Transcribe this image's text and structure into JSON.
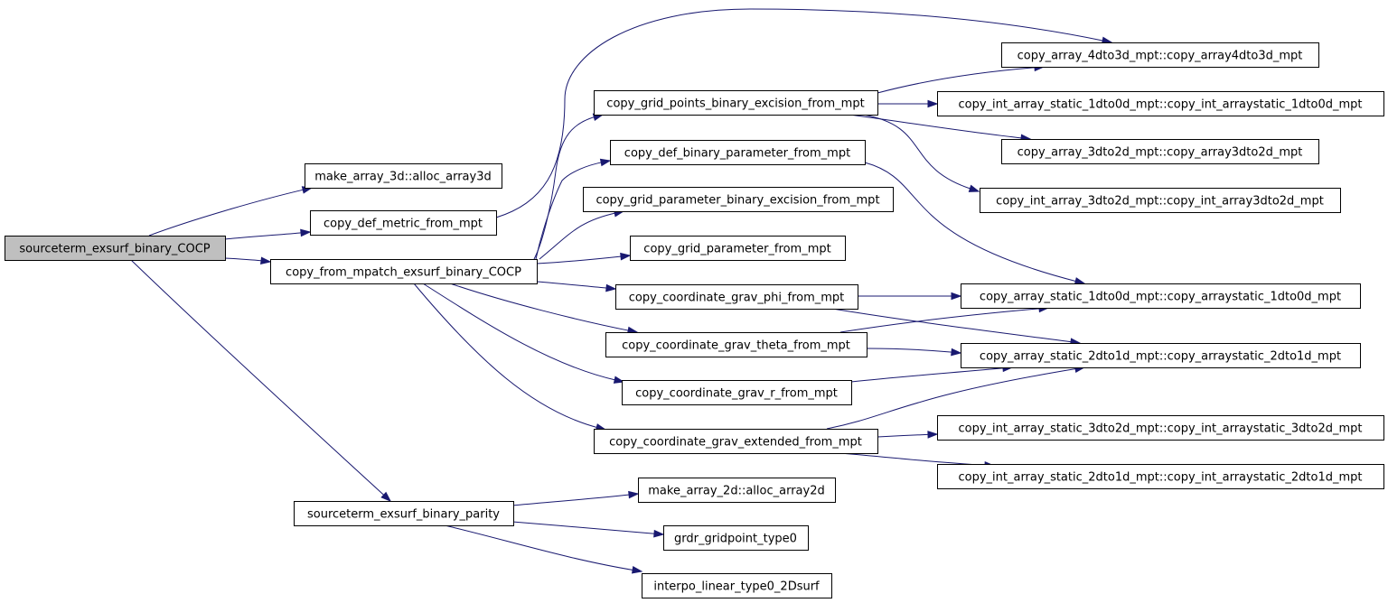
{
  "graph": {
    "nodes": [
      {
        "id": "n0",
        "label": "sourceterm_exsurf_binary_COCP",
        "root": true
      },
      {
        "id": "n1",
        "label": "make_array_3d::alloc_array3d"
      },
      {
        "id": "n2",
        "label": "copy_def_metric_from_mpt"
      },
      {
        "id": "n3",
        "label": "copy_from_mpatch_exsurf_binary_COCP"
      },
      {
        "id": "n4",
        "label": "sourceterm_exsurf_binary_parity"
      },
      {
        "id": "n5",
        "label": "copy_grid_points_binary_excision_from_mpt"
      },
      {
        "id": "n6",
        "label": "copy_def_binary_parameter_from_mpt"
      },
      {
        "id": "n7",
        "label": "copy_grid_parameter_binary_excision_from_mpt"
      },
      {
        "id": "n8",
        "label": "copy_grid_parameter_from_mpt"
      },
      {
        "id": "n9",
        "label": "copy_coordinate_grav_phi_from_mpt"
      },
      {
        "id": "n10",
        "label": "copy_coordinate_grav_theta_from_mpt"
      },
      {
        "id": "n11",
        "label": "copy_coordinate_grav_r_from_mpt"
      },
      {
        "id": "n12",
        "label": "copy_coordinate_grav_extended_from_mpt"
      },
      {
        "id": "n13",
        "label": "copy_array_4dto3d_mpt::copy_array4dto3d_mpt"
      },
      {
        "id": "n14",
        "label": "copy_int_array_static_1dto0d_mpt::copy_int_arraystatic_1dto0d_mpt"
      },
      {
        "id": "n15",
        "label": "copy_array_3dto2d_mpt::copy_array3dto2d_mpt"
      },
      {
        "id": "n16",
        "label": "copy_int_array_3dto2d_mpt::copy_int_array3dto2d_mpt"
      },
      {
        "id": "n17",
        "label": "copy_array_static_1dto0d_mpt::copy_arraystatic_1dto0d_mpt"
      },
      {
        "id": "n18",
        "label": "copy_array_static_2dto1d_mpt::copy_arraystatic_2dto1d_mpt"
      },
      {
        "id": "n19",
        "label": "copy_int_array_static_3dto2d_mpt::copy_int_arraystatic_3dto2d_mpt"
      },
      {
        "id": "n20",
        "label": "copy_int_array_static_2dto1d_mpt::copy_int_arraystatic_2dto1d_mpt"
      },
      {
        "id": "n21",
        "label": "make_array_2d::alloc_array2d"
      },
      {
        "id": "n22",
        "label": "grdr_gridpoint_type0"
      },
      {
        "id": "n23",
        "label": "interpo_linear_type0_2Dsurf"
      }
    ],
    "edges": [
      {
        "from": "n0",
        "to": "n1"
      },
      {
        "from": "n0",
        "to": "n2"
      },
      {
        "from": "n0",
        "to": "n3"
      },
      {
        "from": "n0",
        "to": "n4"
      },
      {
        "from": "n2",
        "to": "n13"
      },
      {
        "from": "n3",
        "to": "n5"
      },
      {
        "from": "n3",
        "to": "n6"
      },
      {
        "from": "n3",
        "to": "n7"
      },
      {
        "from": "n3",
        "to": "n8"
      },
      {
        "from": "n3",
        "to": "n9"
      },
      {
        "from": "n3",
        "to": "n10"
      },
      {
        "from": "n3",
        "to": "n11"
      },
      {
        "from": "n3",
        "to": "n12"
      },
      {
        "from": "n5",
        "to": "n13"
      },
      {
        "from": "n5",
        "to": "n14"
      },
      {
        "from": "n5",
        "to": "n15"
      },
      {
        "from": "n5",
        "to": "n16"
      },
      {
        "from": "n6",
        "to": "n17"
      },
      {
        "from": "n9",
        "to": "n17"
      },
      {
        "from": "n9",
        "to": "n18"
      },
      {
        "from": "n10",
        "to": "n17"
      },
      {
        "from": "n10",
        "to": "n18"
      },
      {
        "from": "n11",
        "to": "n18"
      },
      {
        "from": "n12",
        "to": "n18"
      },
      {
        "from": "n12",
        "to": "n19"
      },
      {
        "from": "n12",
        "to": "n20"
      },
      {
        "from": "n4",
        "to": "n21"
      },
      {
        "from": "n4",
        "to": "n22"
      },
      {
        "from": "n4",
        "to": "n23"
      }
    ]
  }
}
